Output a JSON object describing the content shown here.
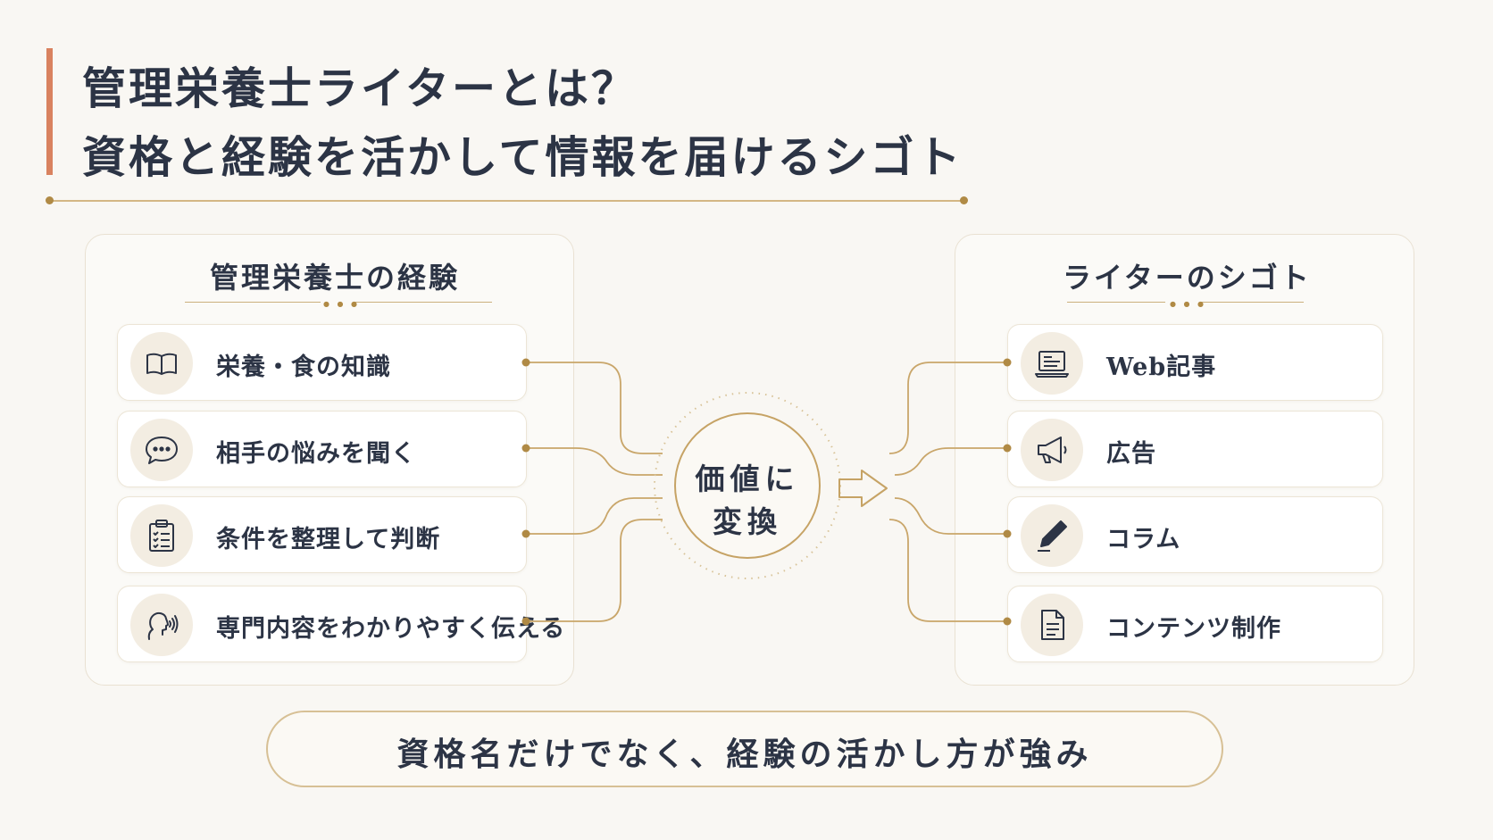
{
  "header": {
    "title_line1": "管理栄養士ライターとは？",
    "title_line2": "資格と経験を活かして情報を届けるシゴト"
  },
  "left_panel": {
    "title": "管理栄養士の経験",
    "items": [
      {
        "label": "栄養・食の知識",
        "icon": "open-book-icon"
      },
      {
        "label": "相手の悩みを聞く",
        "icon": "speech-bubble-icon"
      },
      {
        "label": "条件を整理して判断",
        "icon": "clipboard-checklist-icon"
      },
      {
        "label": "専門内容をわかりやすく伝える",
        "icon": "speaking-person-icon"
      }
    ]
  },
  "center": {
    "line1": "価値に",
    "line2": "変換",
    "arrow_icon": "right-arrow-icon"
  },
  "right_panel": {
    "title": "ライターのシゴト",
    "items": [
      {
        "label": "Web記事",
        "icon": "laptop-icon"
      },
      {
        "label": "広告",
        "icon": "megaphone-icon"
      },
      {
        "label": "コラム",
        "icon": "pen-icon"
      },
      {
        "label": "コンテンツ制作",
        "icon": "document-icon"
      }
    ]
  },
  "banner": {
    "text": "資格名だけでなく、経験の活かし方が強み"
  },
  "colors": {
    "background": "#f9f7f3",
    "accent_bar": "#d9825f",
    "gold": "#c6a365",
    "text": "#2c3445",
    "icon_bg": "#f3ede2"
  }
}
